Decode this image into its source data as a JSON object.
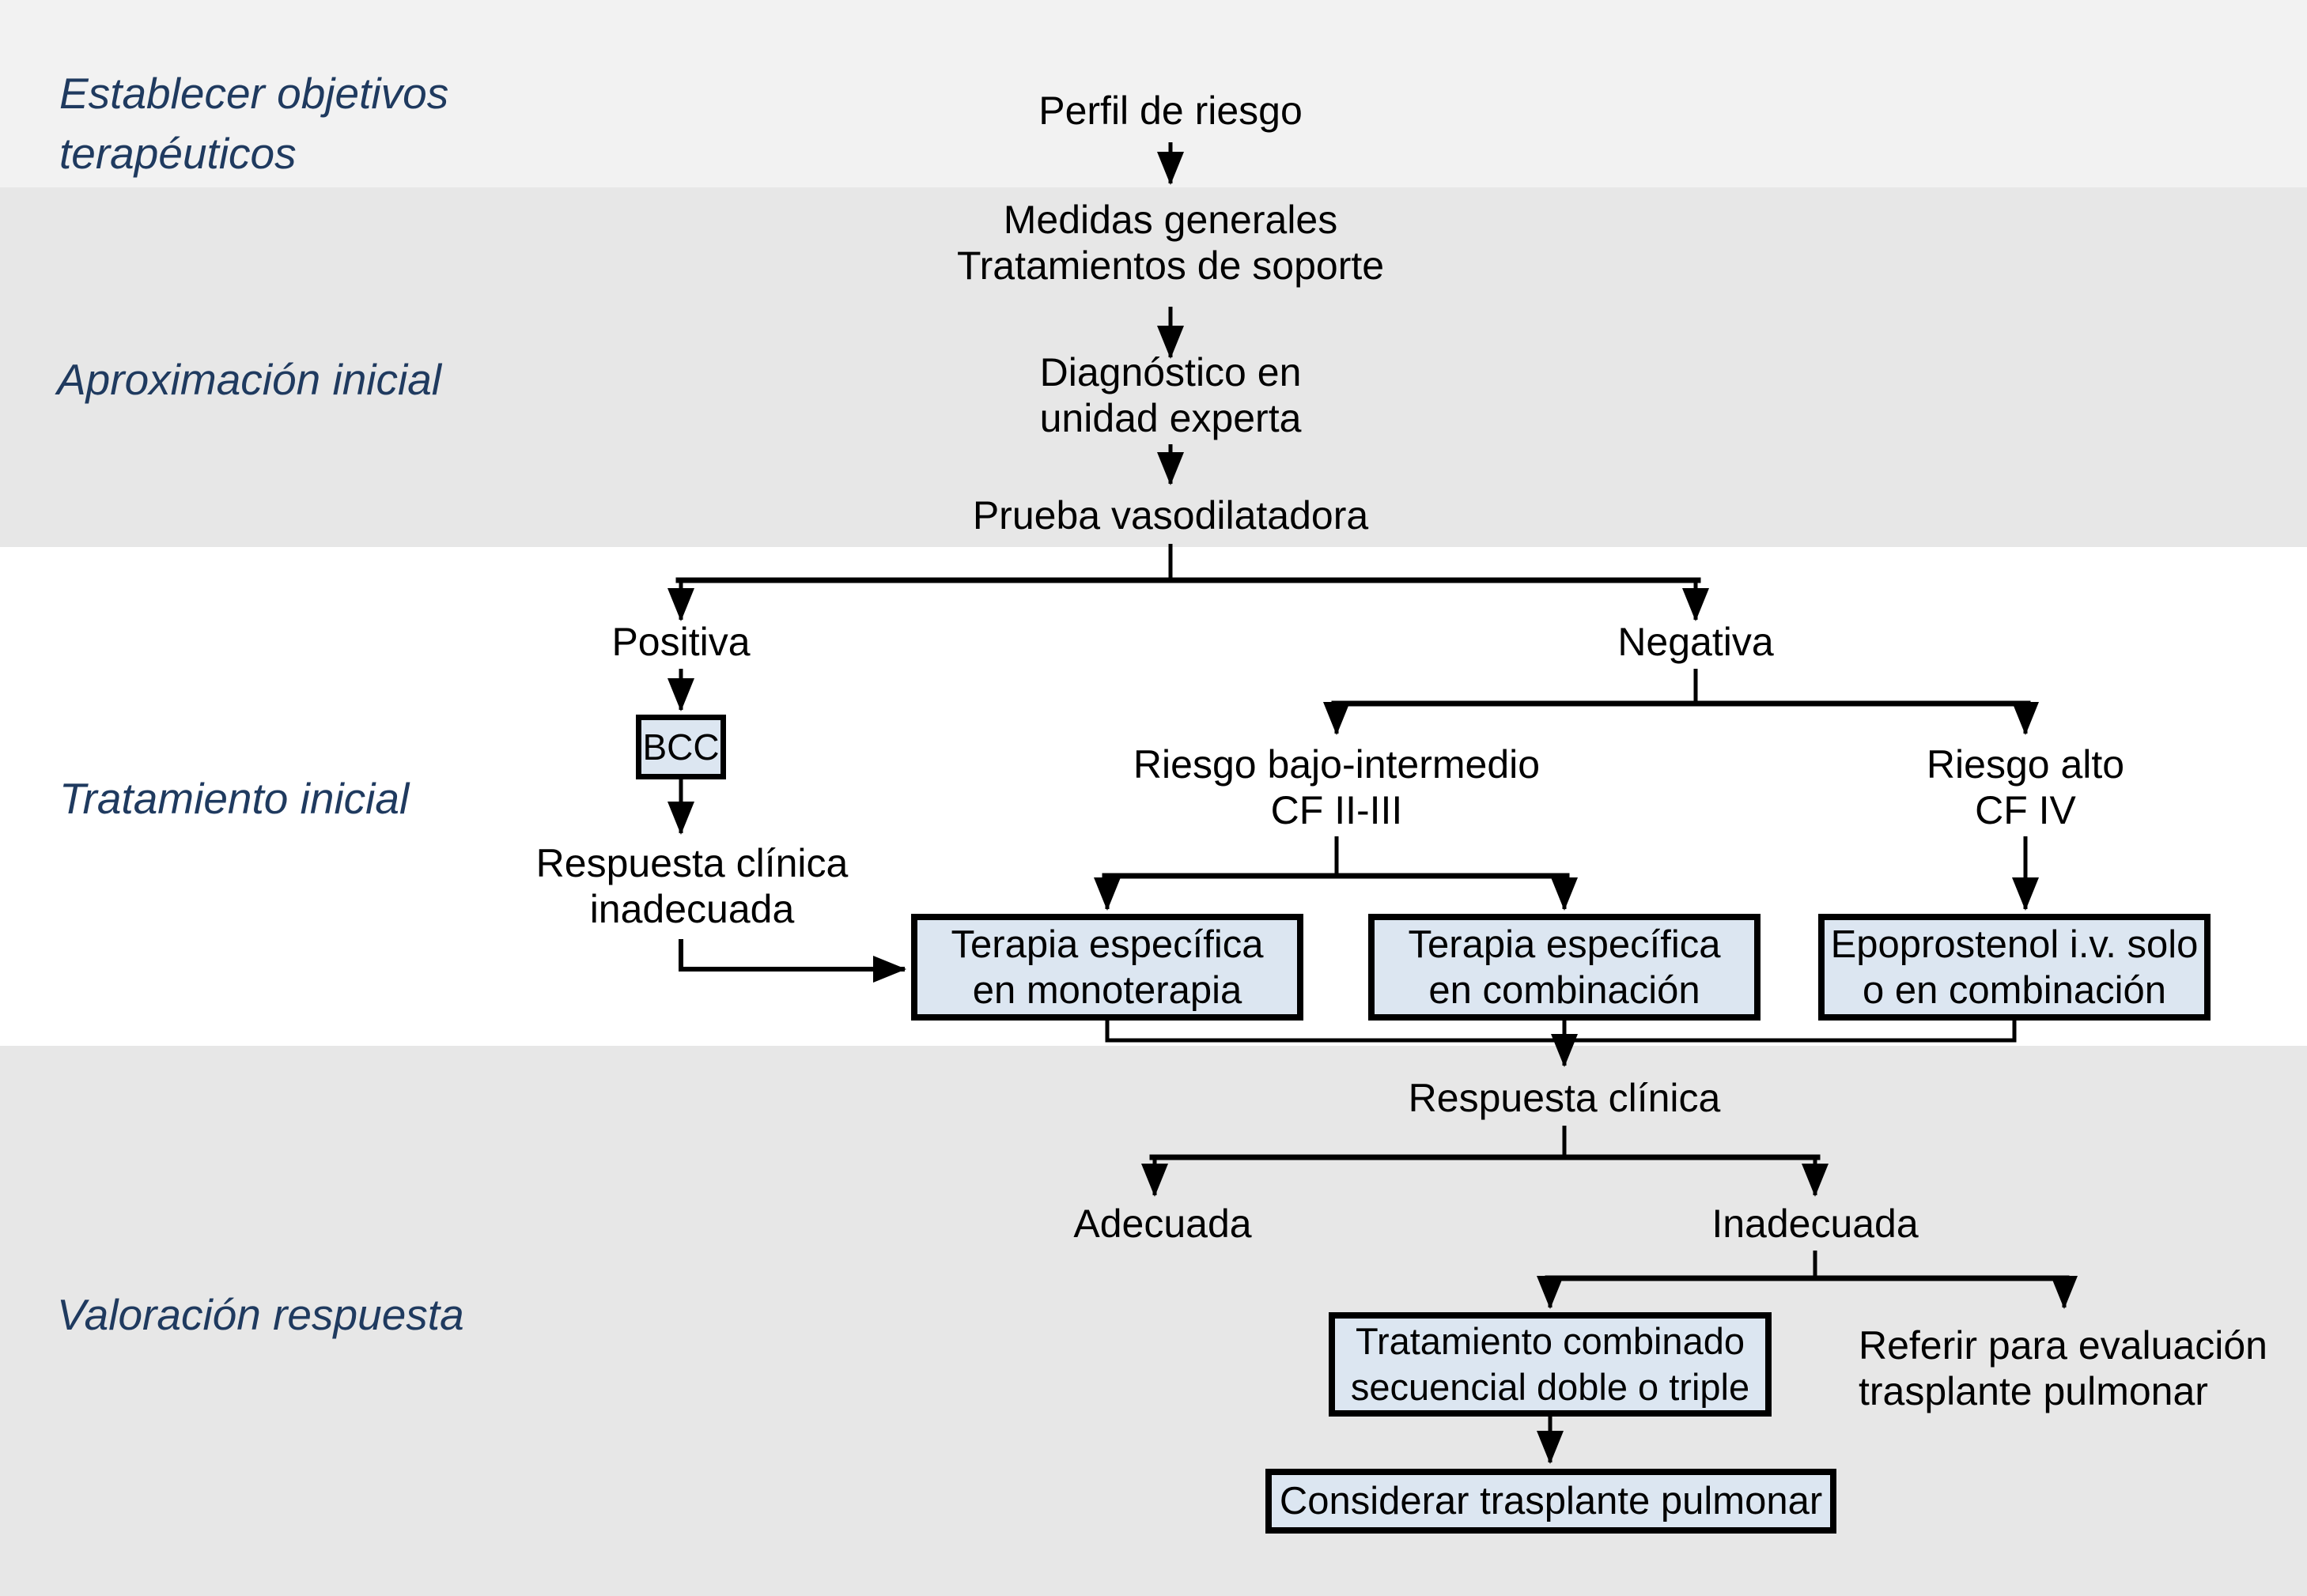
{
  "palette": {
    "band_light": "#f2f2f2",
    "band_gray": "#e7e7e7",
    "band_white": "#ffffff",
    "box_fill": "#dce6f1",
    "line_color": "#000000",
    "section_label_color": "#1f3a5f",
    "text_color": "#000000"
  },
  "sections": {
    "objetivos": {
      "line1": "Establecer objetivos",
      "line2": "terapéuticos"
    },
    "aproximacion": {
      "label": "Aproximación inicial"
    },
    "tratamiento": {
      "label": "Tratamiento inicial"
    },
    "valoracion": {
      "label": "Valoración respuesta"
    }
  },
  "nodes": {
    "perfil": {
      "label": "Perfil de riesgo"
    },
    "medidas": {
      "line1": "Medidas generales",
      "line2": "Tratamientos de soporte"
    },
    "diagnostico": {
      "line1": "Diagnóstico en",
      "line2": "unidad experta"
    },
    "prueba": {
      "label": "Prueba vasodilatadora"
    },
    "positiva": {
      "label": "Positiva"
    },
    "negativa": {
      "label": "Negativa"
    },
    "bcc": {
      "label": "BCC"
    },
    "respuesta_inadecuada": {
      "line1": "Respuesta clínica",
      "line2": "inadecuada"
    },
    "riesgo_bajo": {
      "line1": "Riesgo bajo-intermedio",
      "line2": "CF II-III"
    },
    "riesgo_alto": {
      "line1": "Riesgo alto",
      "line2": "CF IV"
    },
    "terapia_monoterapia": {
      "line1": "Terapia específica",
      "line2": "en monoterapia"
    },
    "terapia_combinacion": {
      "line1": "Terapia específica",
      "line2": "en combinación"
    },
    "epoprostenol": {
      "line1": "Epoprostenol i.v. solo",
      "line2": "o en combinación"
    },
    "respuesta_clinica": {
      "label": "Respuesta clínica"
    },
    "adecuada": {
      "label": "Adecuada"
    },
    "inadecuada": {
      "label": "Inadecuada"
    },
    "tratamiento_combinado": {
      "line1": "Tratamiento combinado",
      "line2": "secuencial doble o triple"
    },
    "referir": {
      "line1": "Referir para evaluación",
      "line2": "trasplante pulmonar"
    },
    "considerar": {
      "label": "Considerar trasplante pulmonar"
    }
  }
}
